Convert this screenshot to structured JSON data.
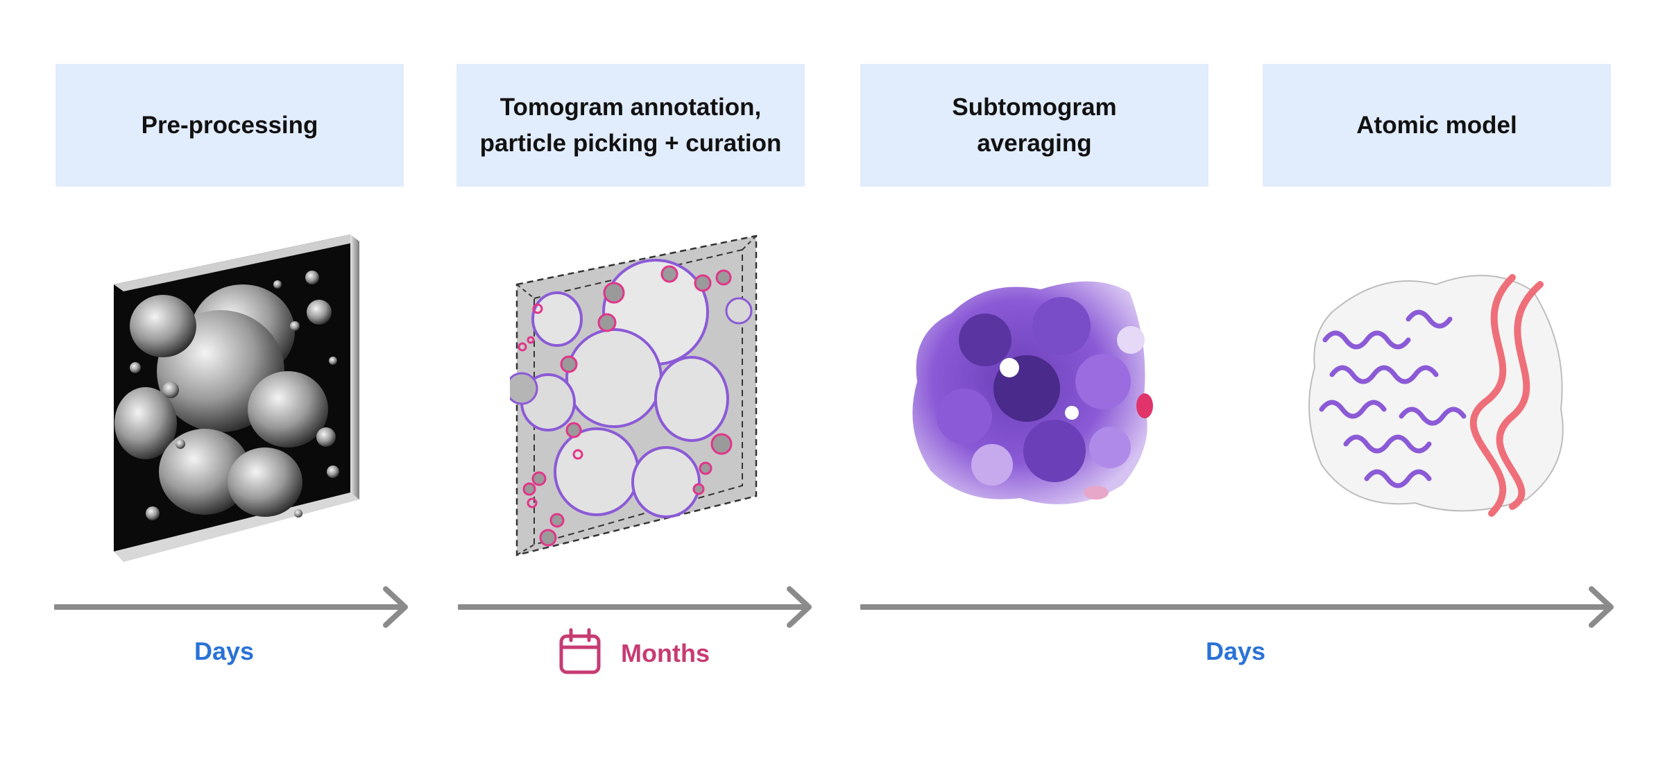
{
  "stages": [
    {
      "label": "Pre-processing"
    },
    {
      "label": "Tomogram annotation,\nparticle picking + curation"
    },
    {
      "label": "Subtomogram\naveraging"
    },
    {
      "label": "Atomic model"
    }
  ],
  "durations": [
    {
      "label": "Days",
      "color": "#2a72d8"
    },
    {
      "label": "Months",
      "color": "#c73b73",
      "icon": "calendar-icon"
    },
    {
      "label": "Days",
      "color": "#2a72d8"
    }
  ],
  "colors": {
    "box": "#e1ecfd",
    "arrow": "#8b8b8b",
    "purple": "#8b5ad6",
    "pink": "#e0368a",
    "ribbon": "#ee6f79"
  }
}
